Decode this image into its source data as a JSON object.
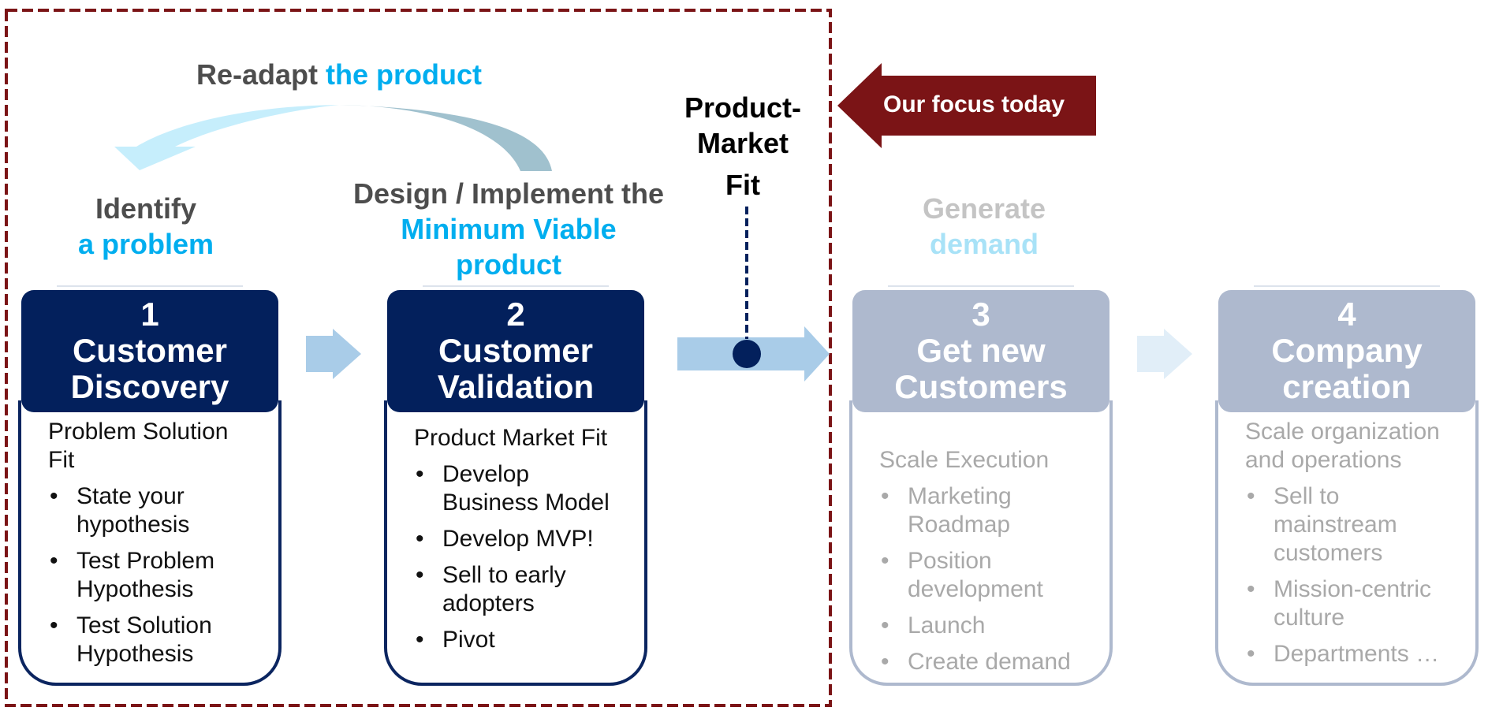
{
  "colors": {
    "frame": "#7B1416",
    "active_header": "#03205C",
    "inactive_header": "#AEB9CE",
    "accent_cyan": "#00AEEF",
    "text_gray": "#4D4D4D",
    "focus_arrow": "#7B1416",
    "flow_arrow": "#A9CCE8",
    "flow_arrow_faded": "#E1EEF8",
    "loop_arrow_light": "#C6EEFC",
    "loop_arrow_dark": "#A0C1CE"
  },
  "loop": {
    "label_dark": "Re-adapt",
    "label_accent": "the product"
  },
  "focus": {
    "label": "Our focus today"
  },
  "milestone": {
    "line1": "Product-",
    "line2": "Market",
    "line3": "Fit"
  },
  "phase_headings": [
    {
      "dark": "Identify",
      "accent": "a problem"
    },
    {
      "dark": "Design / Implement the",
      "accent_line1": "Minimum Viable",
      "accent_line2": "product"
    },
    {
      "dark": "Generate",
      "accent": "demand"
    }
  ],
  "cards": [
    {
      "number": "1",
      "title_line1": "Customer",
      "title_line2": "Discovery",
      "subtitle": "Problem Solution Fit",
      "bullets": [
        "State your hypothesis",
        "Test Problem Hypothesis",
        "Test Solution Hypothesis"
      ],
      "state": "active"
    },
    {
      "number": "2",
      "title_line1": "Customer",
      "title_line2": "Validation",
      "subtitle": "Product Market Fit",
      "bullets": [
        "Develop Business Model",
        "Develop MVP!",
        "Sell to early adopters",
        "Pivot"
      ],
      "state": "active"
    },
    {
      "number": "3",
      "title_line1": "Get new",
      "title_line2": "Customers",
      "subtitle": "Scale Execution",
      "bullets": [
        "Marketing Roadmap",
        "Position development",
        "Launch",
        "Create demand"
      ],
      "state": "inactive"
    },
    {
      "number": "4",
      "title_line1": "Company",
      "title_line2": "creation",
      "subtitle": "Scale organization and operations",
      "bullets": [
        "Sell to mainstream customers",
        "Mission-centric culture",
        "Departments …"
      ],
      "state": "inactive"
    }
  ],
  "bullet_glyph": "•"
}
